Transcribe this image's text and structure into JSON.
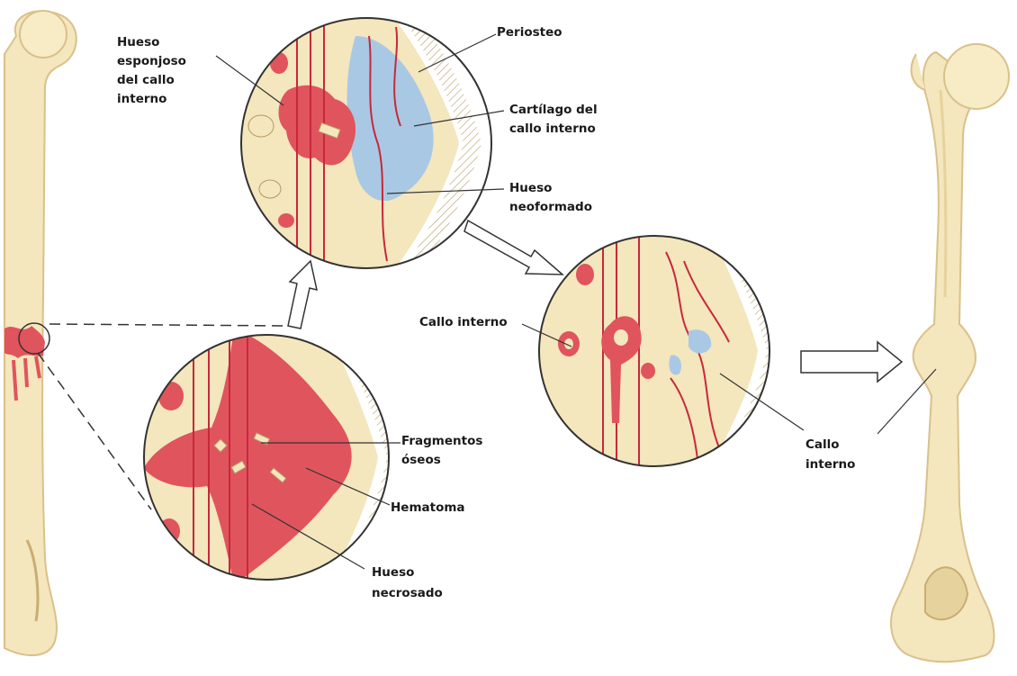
{
  "labels": {
    "esponjoso": [
      "Hueso",
      "esponjoso",
      "del callo",
      "interno"
    ],
    "periosteo": [
      "Periosteo"
    ],
    "cartilago": [
      "Cartílago del",
      "callo interno"
    ],
    "hueso_neoformado": [
      "Hueso",
      "neoformado"
    ],
    "callo_interno_mid": [
      "Callo interno"
    ],
    "fragmentos": [
      "Fragmentos",
      "óseos"
    ],
    "hematoma": [
      "Hematoma"
    ],
    "hueso_necrosado": [
      "Hueso",
      "necrosado"
    ],
    "callo_interno_right": [
      "Callo",
      "interno"
    ]
  },
  "colors": {
    "bone": "#f4e6bd",
    "bone_shadow": "#d9c18a",
    "hematoma": "#e0545e",
    "hematoma_light": "#ee9aa0",
    "cartilage": "#a9c8e4",
    "vessel": "#c8283a",
    "outline": "#333333"
  }
}
